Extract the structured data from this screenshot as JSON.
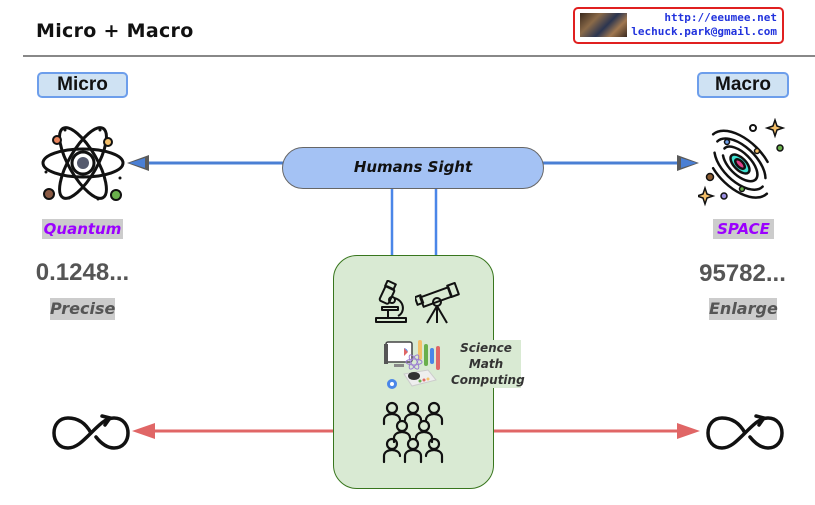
{
  "header": {
    "title": "Micro + Macro",
    "credit": {
      "url": "http://eeumee.net",
      "email": "lechuck.park@gmail.com"
    }
  },
  "micro": {
    "label": "Micro",
    "icon": "atom-icon",
    "domain": "Quantum",
    "number": "0.1248...",
    "mode": "Precise",
    "cycle_icon": "infinity-loop-icon"
  },
  "macro": {
    "label": "Macro",
    "icon": "galaxy-icon",
    "domain": "SPACE",
    "number": "95782...",
    "mode": "Enlarge",
    "cycle_icon": "infinity-loop-icon"
  },
  "center": {
    "sight_label": "Humans Sight",
    "tools": [
      "microscope-icon",
      "telescope-icon",
      "data-computing-icon",
      "people-group-icon"
    ],
    "caption_lines": [
      "Science",
      "Math",
      "Computing"
    ]
  },
  "colors": {
    "sight_arrow": "#4a7fd4",
    "cycle_arrow": "#e06666",
    "label_fill": "#cfe2f3",
    "label_border": "#6d9eeb",
    "sight_fill": "#a4c2f4",
    "tools_fill": "#d9ead3",
    "tools_border": "#38761d",
    "accent_text": "#9b00ff"
  }
}
